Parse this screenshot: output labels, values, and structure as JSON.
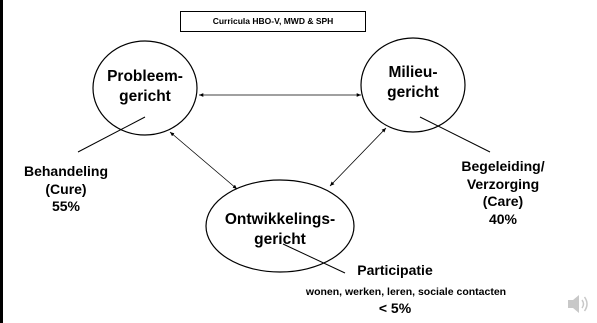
{
  "title": "Curricula HBO-V, MWD & SPH",
  "nodes": {
    "probleem": {
      "line1": "Probleem-",
      "line2": "gericht"
    },
    "milieu": {
      "line1": "Milieu-",
      "line2": "gericht"
    },
    "ontwikkelings": {
      "line1": "Ontwikkelings-",
      "line2": "gericht"
    }
  },
  "labels": {
    "cure": {
      "line1": "Behandeling",
      "line2": "(Cure)",
      "line3": "55%"
    },
    "care": {
      "line1": "Begeleiding/",
      "line2": "Verzorging",
      "line3": "(Care)",
      "line4": "40%"
    },
    "participatie": {
      "line1": "Participatie",
      "line2": "wonen, werken, leren, sociale contacten",
      "line3": "< 5%"
    }
  },
  "icons": {
    "speaker": "speaker-icon"
  },
  "colors": {
    "stroke": "#000000",
    "speaker": "#c8c8c8"
  }
}
